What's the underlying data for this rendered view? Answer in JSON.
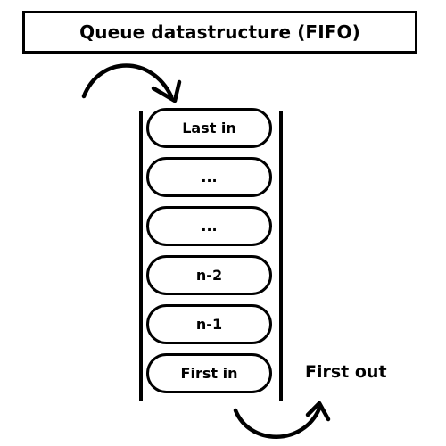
{
  "title": "Queue datastructure (FIFO)",
  "queue_items": [
    "Last in",
    "...",
    "...",
    "n-2",
    "n-1",
    "First in"
  ],
  "output_label": "First out",
  "enqueue_arrow_icon": "curved-arrow-in-icon",
  "dequeue_arrow_icon": "curved-arrow-out-icon",
  "colors": {
    "stroke": "#000000",
    "background": "#ffffff"
  }
}
